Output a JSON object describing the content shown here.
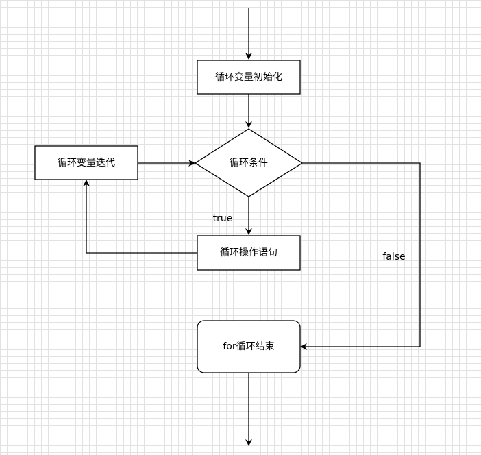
{
  "nodes": {
    "init": "循环变量初始化",
    "condition": "循环条件",
    "iterate": "循环变量迭代",
    "body": "循环操作语句",
    "end": "for循环结束"
  },
  "edges": {
    "true_label": "true",
    "false_label": "false"
  }
}
